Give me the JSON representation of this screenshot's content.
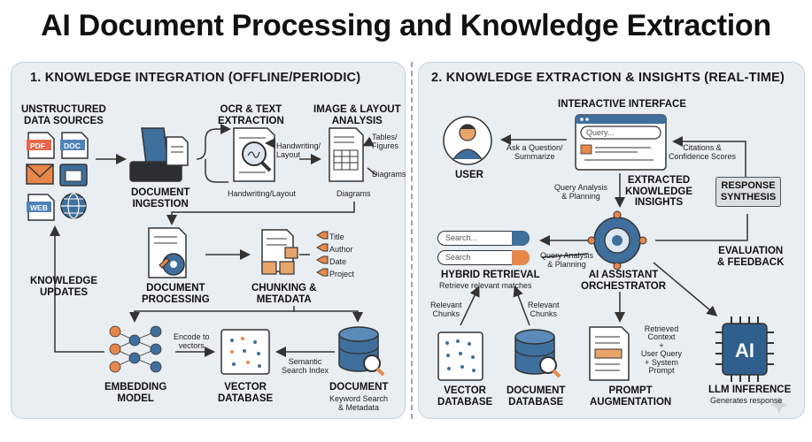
{
  "title": "AI Document Processing and Knowledge Extraction",
  "left": {
    "heading": "1. KNOWLEDGE INTEGRATION (OFFLINE/PERIODIC)",
    "sources_label": "UNSTRUCTURED\nDATA SOURCES",
    "file_tags": [
      "PDF",
      "DOC",
      "WEB"
    ],
    "ingestion_label": "DOCUMENT\nINGESTION",
    "ocr_label": "OCR & TEXT\nEXTRACTION",
    "ocr_note": "Handwriting/\nLayout",
    "ocr_bottom_note": "Handwriting/Layout",
    "layout_label": "IMAGE & LAYOUT\nANALYSIS",
    "layout_note_1": "Tables/\nFigures",
    "layout_note_2": "Diagrams",
    "layout_bottom_note": "Diagrams",
    "processing_label": "DOCUMENT\nPROCESSING",
    "chunking_label": "CHUNKING &\nMETADATA",
    "metadata_tags": [
      "Title",
      "Author",
      "Date",
      "Project"
    ],
    "knowledge_updates_label": "KNOWLEDGE\nUPDATES",
    "embedding_label": "EMBEDDING\nMODEL",
    "encode_note": "Encode to\nvectors",
    "vector_db_label": "VECTOR\nDATABASE",
    "semantic_note": "Semantic\nSearch Index",
    "doc_db_label": "DOCUMENT",
    "doc_db_sub": "Keyword Search\n& Metadata"
  },
  "right": {
    "heading": "2. KNOWLEDGE EXTRACTION & INSIGHTS (REAL-TIME)",
    "interface_label": "INTERACTIVE INTERFACE",
    "query_placeholder": "Query...",
    "user_label": "USER",
    "ask_note": "Ask a Question/\nSummarize",
    "citations_note": "Citations &\nConfidence Scores",
    "query_analysis_1": "Query Analysis\n& Planning",
    "insights_label": "EXTRACTED\nKNOWLEDGE\nINSIGHTS",
    "synthesis_label": "RESPONSE\nSYNTHESIS",
    "search_1": "Search...",
    "search_2": "Search",
    "query_analysis_2": "Query Analysis\n& Planning",
    "hybrid_label": "HYBRID RETRIEVAL",
    "hybrid_sub": "Retrieve relevant matches",
    "orchestrator_label": "AI ASSISTANT\nORCHESTRATOR",
    "evaluation_label": "EVALUATION\n& FEEDBACK",
    "relevant_chunks_1": "Relevant\nChunks",
    "relevant_chunks_2": "Relevant\nChunks",
    "retrieved_note": "Retrieved\nContext\n+\nUser Query\n+ System\nPrompt",
    "vector_db_label": "VECTOR\nDATABASE",
    "doc_db_label": "DOCUMENT\nDATABASE",
    "prompt_label": "PROMPT\nAUGMENTATION",
    "ai_chip_text": "AI",
    "llm_label": "LLM INFERENCE",
    "llm_sub": "Generates response"
  },
  "colors": {
    "panel_bg": "#e9eef3",
    "icon_blue": "#3f6f9c",
    "accent_orange": "#e8874a",
    "pdf_red": "#e8664a",
    "dark": "#2b2f33"
  }
}
